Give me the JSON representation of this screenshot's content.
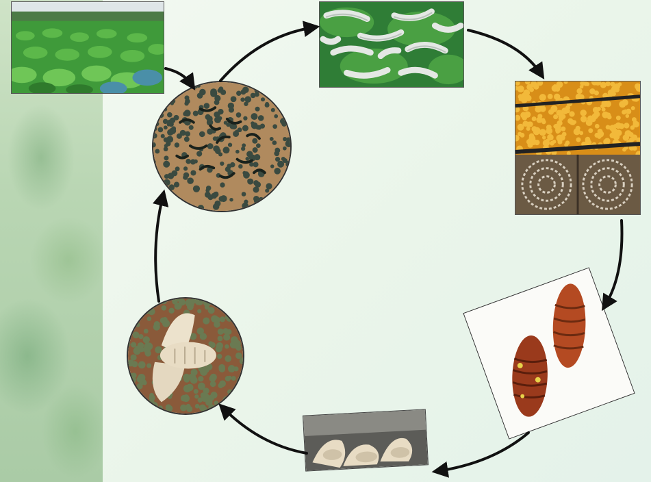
{
  "diagram": {
    "type": "cycle",
    "stages": [
      {
        "id": "mulberry-field",
        "shape": "rectangle"
      },
      {
        "id": "eggs-hatching",
        "shape": "circle"
      },
      {
        "id": "silkworm-larvae",
        "shape": "rectangle"
      },
      {
        "id": "cocoons",
        "shape": "rectangle"
      },
      {
        "id": "pupae",
        "shape": "rectangle-tilted"
      },
      {
        "id": "emerging-moths",
        "shape": "rectangle-tilted"
      },
      {
        "id": "adult-moth-with-eggs",
        "shape": "circle"
      }
    ],
    "arrow_color": "#111111",
    "colors": {
      "leaf_green": "#3f9a3a",
      "larva_white": "#e4e8e4",
      "cocoon_yellow": "#e8a21c",
      "pupa_brown": "#9a3a1c",
      "moth_cream": "#e8dcc4",
      "egg_dark": "#2a3a34"
    }
  }
}
